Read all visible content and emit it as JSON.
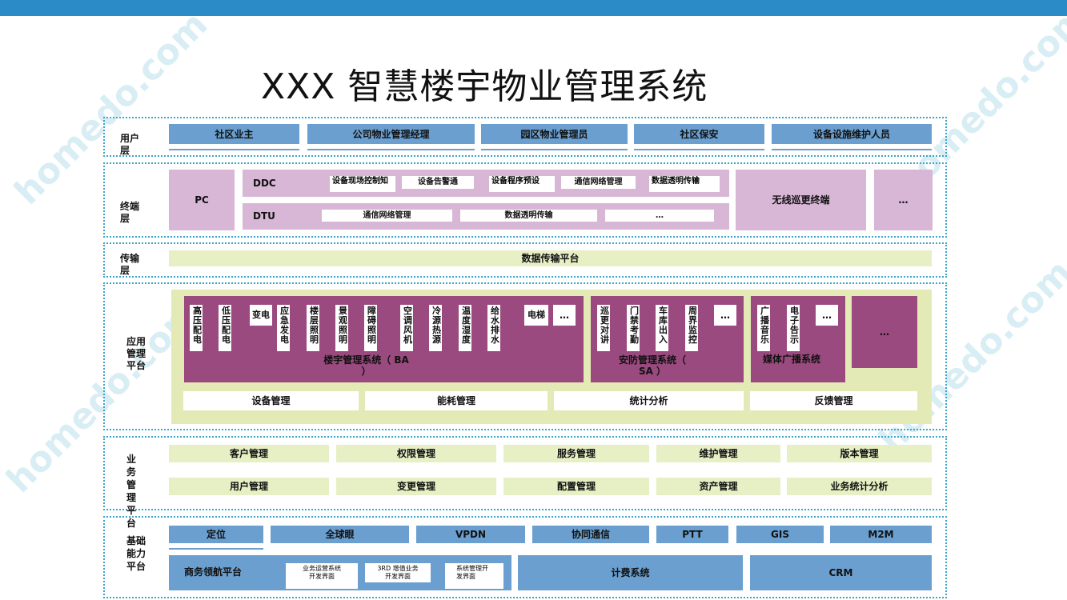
{
  "title": "XXX 智慧楼宇物业管理系统",
  "colors": {
    "accent": "#2b8bc6",
    "blue": "#6a9fcf",
    "pink": "#d8b6d6",
    "plum": "#9a4a7e",
    "green": "#e3eab6",
    "border": "#3aa3c9"
  },
  "user_layer": {
    "label": "用户层",
    "items": [
      "社区业主",
      "公司物业管理经理",
      "园区物业管理员",
      "社区保安",
      "设备设施维护人员"
    ]
  },
  "terminal_layer": {
    "label": "终端层",
    "pc": "PC",
    "ddc": {
      "label": "DDC",
      "items": [
        "设备现场控制知",
        "设备告警通",
        "设备程序预设",
        "通信网络管理",
        "数据透明传输"
      ]
    },
    "dtu": {
      "label": "DTU",
      "items": [
        "通信网络管理",
        "数据透明传输",
        "…"
      ]
    },
    "wireless": "无线巡更终端",
    "more": "…"
  },
  "transport_layer": {
    "label": "传输层",
    "platform": "数据传输平台"
  },
  "app_layer": {
    "label": "应用管理平台",
    "ba": {
      "title": "楼宇管理系统（ BA ）",
      "items": [
        "高压配电",
        "低压配电",
        "变电",
        "应急发电",
        "楼层照明",
        "景观照明",
        "障碍照明",
        "空调风机",
        "冷源热源",
        "温度湿度",
        "给水排水",
        "电梯",
        "…"
      ]
    },
    "sa": {
      "title": "安防管理系统（ SA ）",
      "items": [
        "巡更对讲",
        "门禁考勤",
        "车库出入",
        "周界监控",
        "…"
      ]
    },
    "media": {
      "title": "媒体广播系统",
      "items": [
        "广播音乐",
        "电子告示",
        "…"
      ]
    },
    "more": "…",
    "functions": [
      "设备管理",
      "能耗管理",
      "统计分析",
      "反馈管理"
    ]
  },
  "business_layer": {
    "label": "业务管理平台",
    "row1": [
      "客户管理",
      "权限管理",
      "服务管理",
      "维护管理",
      "版本管理"
    ],
    "row2": [
      "用户管理",
      "变更管理",
      "配置管理",
      "资产管理",
      "业务统计分析"
    ]
  },
  "base_layer": {
    "label": "基础能力平台",
    "row1": [
      "定位",
      "全球眼",
      "VPDN",
      "协同通信",
      "PTT",
      "GIS",
      "M2M"
    ],
    "nav": "商务领航平台",
    "nav_items": [
      "业务运营系统开发界面",
      "3RD 增值业务开发界面",
      "系统管理开发界面"
    ],
    "billing": "计费系统",
    "crm": "CRM"
  }
}
